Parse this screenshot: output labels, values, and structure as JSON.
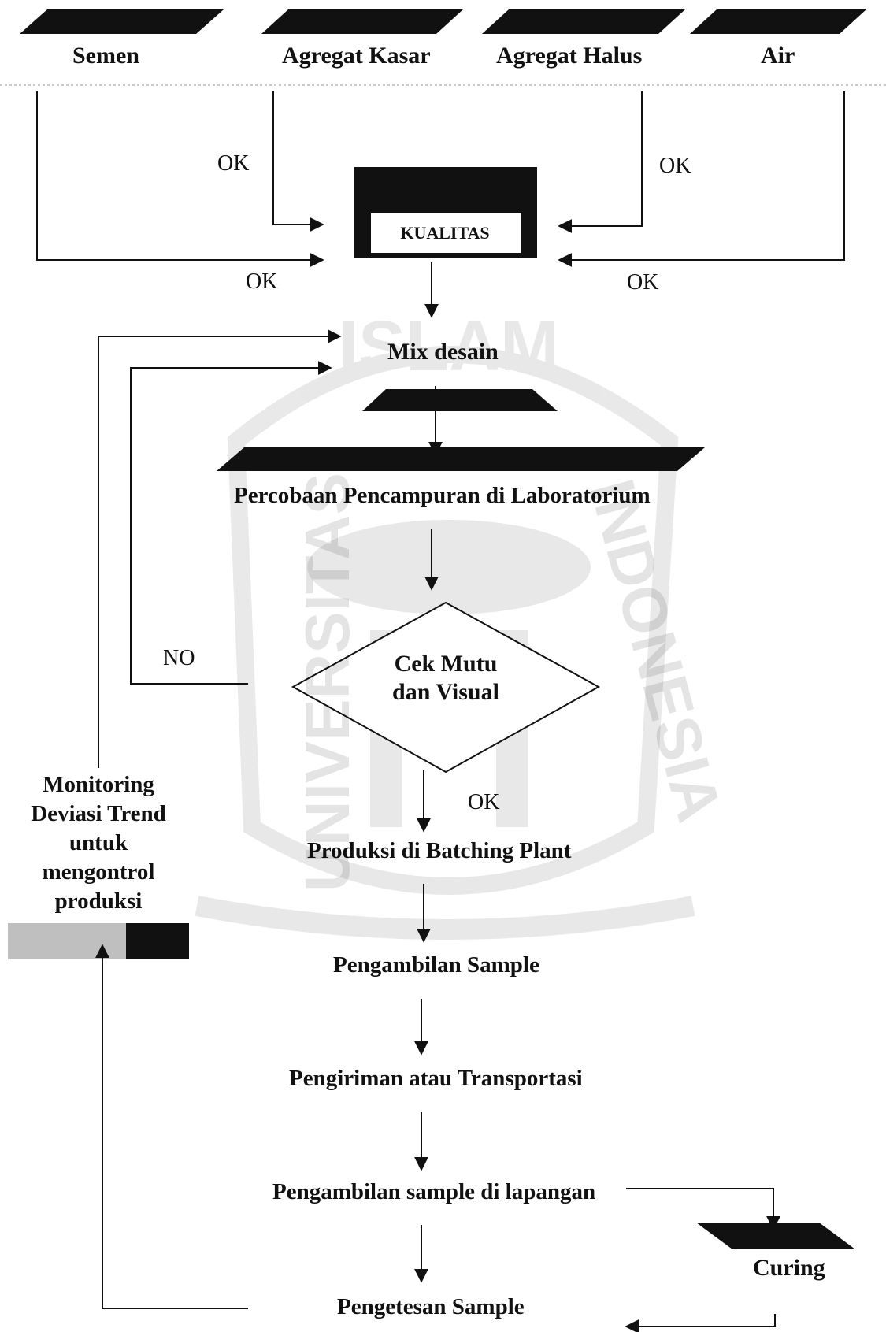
{
  "header": {
    "inputs": [
      "Semen",
      "Agregat Kasar",
      "Agregat Halus",
      "Air"
    ]
  },
  "nodes": {
    "quality": "KUALITAS",
    "mix": "Mix desain",
    "trial": "Percobaan Pencampuran di Laboratorium",
    "check_line1": "Cek Mutu",
    "check_line2": "dan Visual",
    "production": "Produksi di Batching Plant",
    "sampling": "Pengambilan Sample",
    "transport": "Pengiriman atau Transportasi",
    "field_sampling": "Pengambilan sample di lapangan",
    "curing": "Curing",
    "testing": "Pengetesan Sample"
  },
  "labels": {
    "ok": "OK",
    "no": "NO"
  },
  "monitor": {
    "line1": "Monitoring",
    "line2": "Deviasi Trend",
    "line3": "untuk",
    "line4": "mengontrol",
    "line5": "produksi"
  },
  "watermark": {
    "text_top": "ISLAM",
    "text_left": "UNIVERSITAS",
    "text_right": "INDONESIA"
  }
}
